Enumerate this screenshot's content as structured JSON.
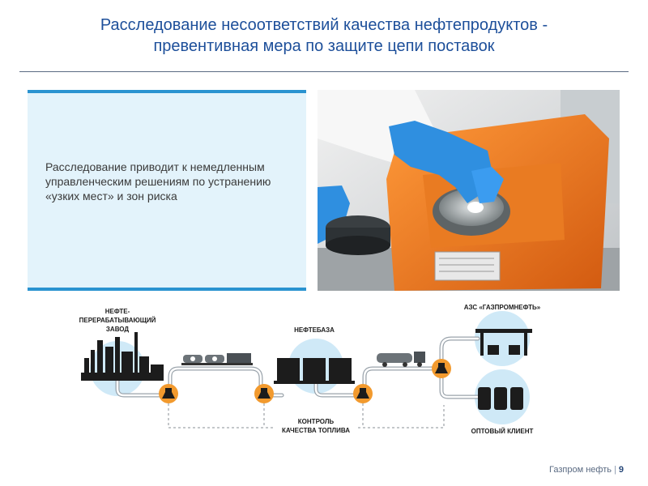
{
  "header": {
    "title_line1": "Расследование несоответствий качества нефтепродуктов -",
    "title_line2": "превентивная мера по защите цепи поставок"
  },
  "panel": {
    "text": "Расследование приводит к немедленным управленческим решениям по устранению «узких мест» и зон риска"
  },
  "diagram": {
    "refinery_label": [
      "НЕФТЕ-",
      "ПЕРЕРАБАТЫВАЮЩИЙ",
      "ЗАВОД"
    ],
    "depot_label": "НЕФТЕБАЗА",
    "station_label": "АЗС «ГАЗПРОМНЕФТЬ»",
    "wholesale_label": "ОПТОВЫЙ КЛИЕНТ",
    "control_label": [
      "КОНТРОЛЬ",
      "КАЧЕСТВА ТОПЛИВА"
    ]
  },
  "footer": {
    "company": "Газпром нефть",
    "separator": "|",
    "page_number": "9"
  },
  "colors": {
    "title": "#1d4f9a",
    "accent_blue": "#2a93d0",
    "panel_bg": "#e3f3fb",
    "lab_orange": "#f29a2e",
    "bubble_blue": "#cfe9f7"
  }
}
